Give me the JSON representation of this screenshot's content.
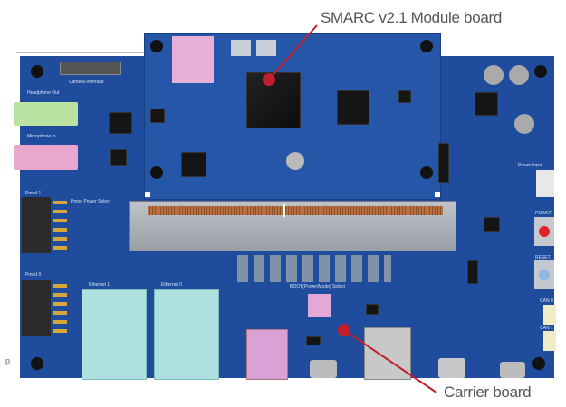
{
  "annotations": {
    "module_label": "SMARC v2.1 Module board",
    "carrier_label": "Carrier board",
    "accent_color": "#c0202e"
  },
  "silkscreen": {
    "camera": "Camera Interface",
    "headphone": "Headphone Out",
    "microphone": "Microphone In",
    "pmod1": "Pmod 1",
    "pmod0": "Pmod 0",
    "pmod_power": "Pmod Power Select",
    "ethernet1": "Ethernet 1",
    "ethernet0": "Ethernet 0",
    "boot": "BOOT(Power/Mode) Select",
    "power_input": "Power Input",
    "power": "POWER",
    "reset": "RESET",
    "can0": "CAN 0",
    "can1": "CAN 1"
  },
  "stray_text": "p",
  "colors": {
    "carrier": "#1f4c9c",
    "module": "#2656a8"
  }
}
